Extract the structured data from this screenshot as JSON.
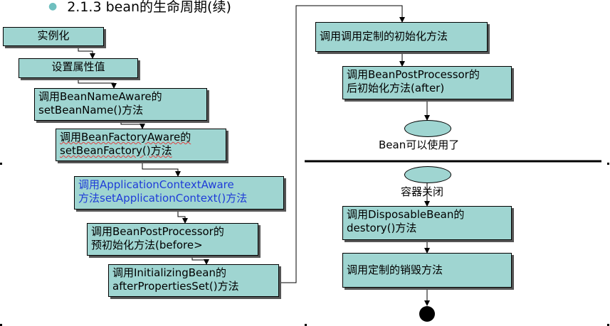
{
  "slide": {
    "title": "2.1.3 bean的生命周期(续)"
  },
  "left_steps": [
    {
      "line1": "实例化"
    },
    {
      "line1": "设置属性值"
    },
    {
      "line1": "调用BeanNameAware的",
      "line2": "setBeanName()方法"
    },
    {
      "line1": "调用BeanFactoryAware的",
      "line2": "setBeanFactory()方法"
    },
    {
      "line1": "调用ApplicationContextAware",
      "line2": "方法setApplicationContext()方法"
    },
    {
      "line1": "调用BeanPostProcessor的",
      "line2": "预初始化方法(before>"
    },
    {
      "line1": "调用InitializingBean的",
      "line2": "afterPropertiesSet()方法"
    }
  ],
  "right_steps": [
    {
      "line1": "调用调用定制的初始化方法"
    },
    {
      "line1": "调用BeanPostProcessor的",
      "line2": "后初始化方法(after)"
    },
    {
      "line1": "调用DisposableBean的",
      "line2": "destory()方法"
    },
    {
      "line1": "调用定制的销毁方法"
    }
  ],
  "states": {
    "ready": "Bean可以使用了",
    "closed": "容器关闭"
  },
  "colors": {
    "box_fill": "#9fd5d1",
    "highlight_text": "#1f3cd8",
    "bullet": "#6fbfbf"
  }
}
